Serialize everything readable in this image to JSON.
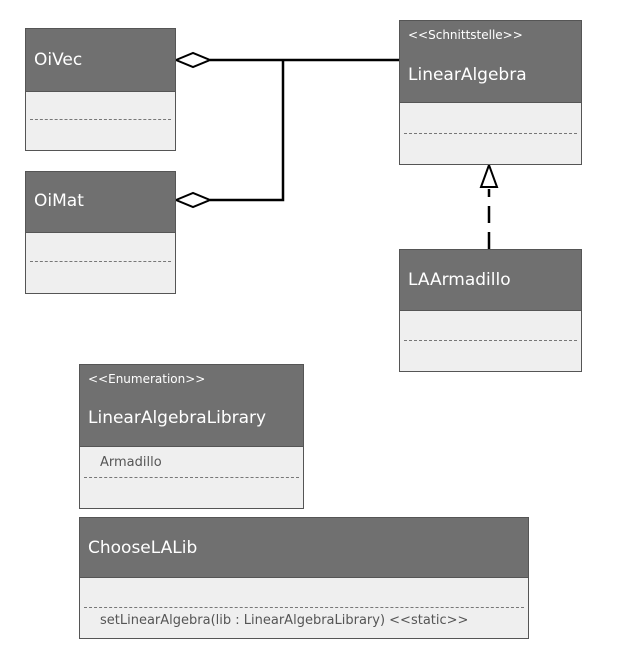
{
  "classes": {
    "oivec": {
      "name": "OiVec"
    },
    "oimat": {
      "name": "OiMat"
    },
    "linear_algebra": {
      "stereotype": "<<Schnittstelle>>",
      "name": "LinearAlgebra"
    },
    "la_armadillo": {
      "name": "LAArmadillo"
    },
    "linear_algebra_library": {
      "stereotype": "<<Enumeration>>",
      "name": "LinearAlgebraLibrary",
      "attributes": [
        "Armadillo"
      ]
    },
    "choose_la_lib": {
      "name": "ChooseLALib",
      "operations": [
        "setLinearAlgebra(lib : LinearAlgebraLibrary) <<static>>"
      ]
    }
  },
  "relationships": [
    {
      "type": "aggregation",
      "whole": "OiVec",
      "part": "LinearAlgebra"
    },
    {
      "type": "aggregation",
      "whole": "OiMat",
      "part": "LinearAlgebra"
    },
    {
      "type": "realization",
      "from": "LAArmadillo",
      "to": "LinearAlgebra"
    }
  ],
  "colors": {
    "header": "#707070",
    "body": "#efefef",
    "border": "#555555",
    "line": "#000000"
  }
}
